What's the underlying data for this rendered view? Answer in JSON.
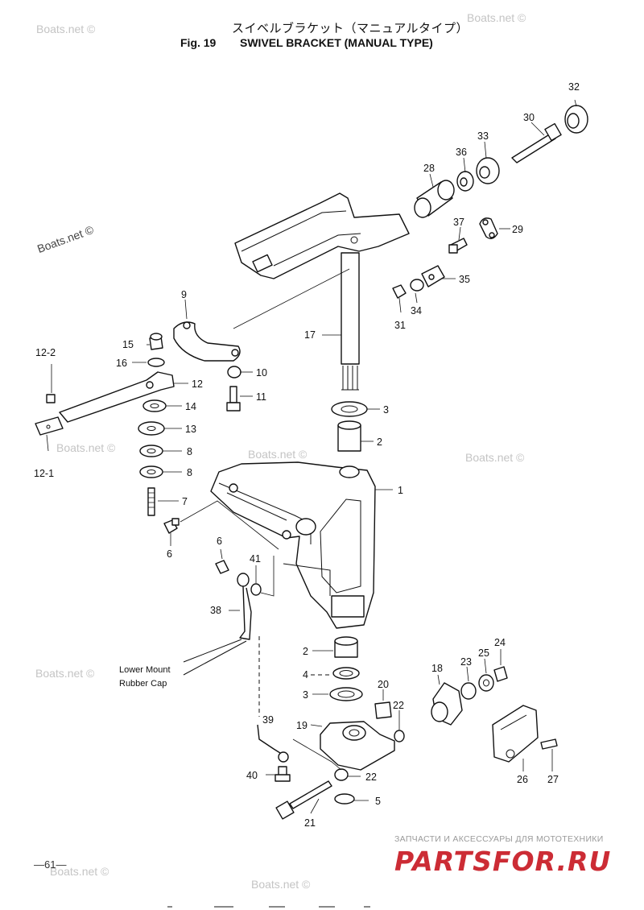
{
  "header": {
    "title_jp": "スイベルブラケット（マニュアルタイプ）",
    "fig_number": "Fig. 19",
    "title_en": "SWIVEL BRACKET (MANUAL TYPE)"
  },
  "watermarks": [
    "Boats.net ©",
    "Boats.net ©",
    "Boats.net ©",
    "Boats.net ©",
    "Boats.net ©",
    "Boats.net ©",
    "Boats.net ©",
    "Boats.net ©",
    "Boats.net ©"
  ],
  "callouts": [
    {
      "id": "32",
      "text": "32"
    },
    {
      "id": "30",
      "text": "30"
    },
    {
      "id": "33",
      "text": "33"
    },
    {
      "id": "36",
      "text": "36"
    },
    {
      "id": "28",
      "text": "28"
    },
    {
      "id": "37",
      "text": "37"
    },
    {
      "id": "29",
      "text": "29"
    },
    {
      "id": "35",
      "text": "35"
    },
    {
      "id": "34",
      "text": "34"
    },
    {
      "id": "31",
      "text": "31"
    },
    {
      "id": "9",
      "text": "9"
    },
    {
      "id": "17",
      "text": "17"
    },
    {
      "id": "15",
      "text": "15"
    },
    {
      "id": "16",
      "text": "16"
    },
    {
      "id": "12-2",
      "text": "12-2"
    },
    {
      "id": "12",
      "text": "12"
    },
    {
      "id": "10",
      "text": "10"
    },
    {
      "id": "11",
      "text": "11"
    },
    {
      "id": "14",
      "text": "14"
    },
    {
      "id": "3a",
      "text": "3"
    },
    {
      "id": "13",
      "text": "13"
    },
    {
      "id": "2a",
      "text": "2"
    },
    {
      "id": "8a",
      "text": "8"
    },
    {
      "id": "8b",
      "text": "8"
    },
    {
      "id": "12-1",
      "text": "12-1"
    },
    {
      "id": "1",
      "text": "1"
    },
    {
      "id": "7",
      "text": "7"
    },
    {
      "id": "6a",
      "text": "6"
    },
    {
      "id": "6b",
      "text": "6"
    },
    {
      "id": "41",
      "text": "41"
    },
    {
      "id": "38",
      "text": "38"
    },
    {
      "id": "2b",
      "text": "2"
    },
    {
      "id": "4",
      "text": "4"
    },
    {
      "id": "3b",
      "text": "3"
    },
    {
      "id": "18",
      "text": "18"
    },
    {
      "id": "23",
      "text": "23"
    },
    {
      "id": "25",
      "text": "25"
    },
    {
      "id": "24",
      "text": "24"
    },
    {
      "id": "20",
      "text": "20"
    },
    {
      "id": "22a",
      "text": "22"
    },
    {
      "id": "19",
      "text": "19"
    },
    {
      "id": "39",
      "text": "39"
    },
    {
      "id": "40",
      "text": "40"
    },
    {
      "id": "22b",
      "text": "22"
    },
    {
      "id": "5",
      "text": "5"
    },
    {
      "id": "21",
      "text": "21"
    },
    {
      "id": "26",
      "text": "26"
    },
    {
      "id": "27",
      "text": "27"
    }
  ],
  "caption": {
    "line1": "Lower Mount",
    "line2": "Rubber Cap"
  },
  "page_number": "—61—",
  "footer_tagline": "ЗАПЧАСТИ И АКСЕССУАРЫ ДЛЯ МОТОТЕХНИКИ",
  "footer_logo": "PARTSFOR.RU",
  "colors": {
    "ink": "#111111",
    "watermark": "#c4c4c4",
    "logo": "#cc2c35"
  }
}
